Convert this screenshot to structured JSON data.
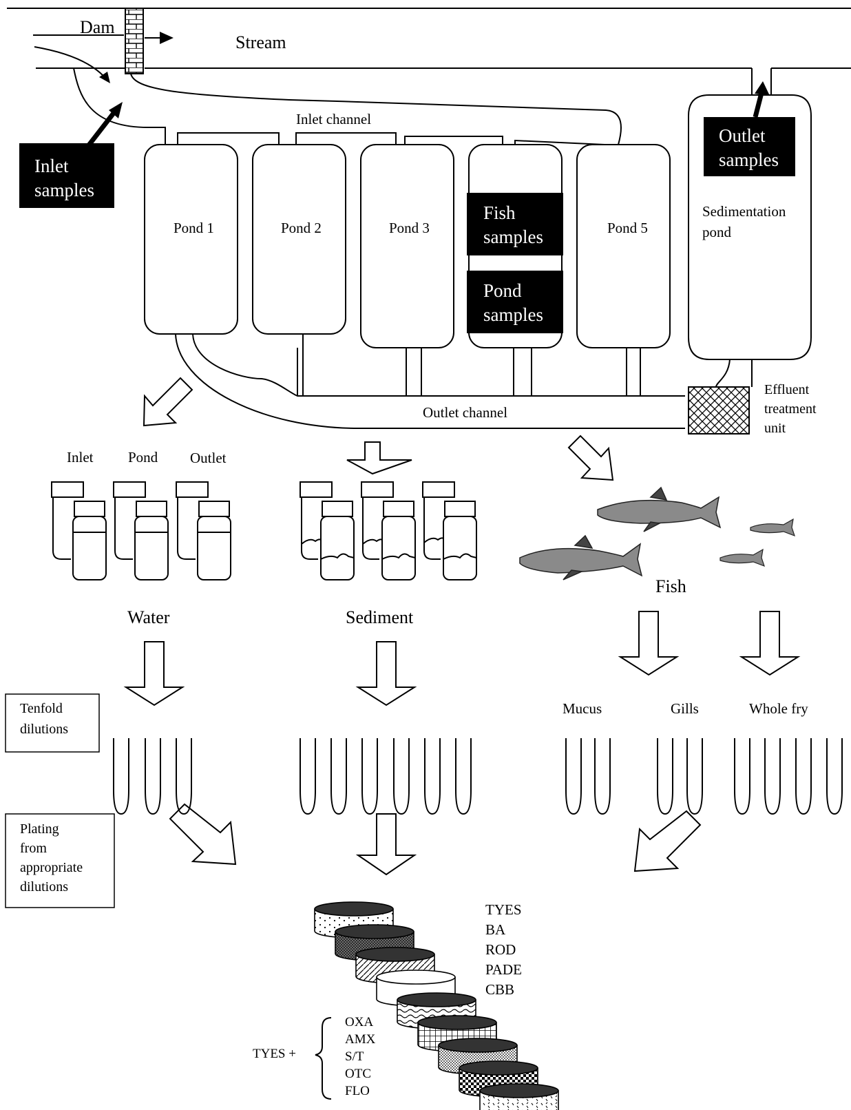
{
  "top": {
    "dam": "Dam",
    "stream": "Stream",
    "inlet_channel": "Inlet channel",
    "outlet_channel": "Outlet channel",
    "inlet_samples": [
      "Inlet",
      "samples"
    ],
    "outlet_samples": [
      "Outlet",
      "samples"
    ]
  },
  "ponds": {
    "pond1": "Pond 1",
    "pond2": "Pond 2",
    "pond3": "Pond 3",
    "pond5": "Pond 5",
    "fish_samples": [
      "Fish",
      "samples"
    ],
    "pond_samples": [
      "Pond",
      "samples"
    ],
    "sedimentation": [
      "Sedimentation",
      "pond"
    ],
    "effluent": [
      "Effluent",
      "treatment",
      "unit"
    ]
  },
  "water": {
    "inlet": "Inlet",
    "pond": "Pond",
    "outlet": "Outlet",
    "title": "Water"
  },
  "sediment": {
    "title": "Sediment"
  },
  "fish": {
    "title": "Fish",
    "mucus": "Mucus",
    "gills": "Gills",
    "whole_fry": "Whole fry"
  },
  "procedure": {
    "tenfold": [
      "Tenfold",
      "dilutions"
    ],
    "plating": [
      "Plating",
      "from",
      "appropriate",
      "dilutions"
    ]
  },
  "media": {
    "list": [
      "TYES",
      "BA",
      "ROD",
      "PADE",
      "CBB"
    ],
    "tyes_plus": "TYES +",
    "antibiotics": [
      "OXA",
      "AMX",
      "S/T",
      "OTC",
      "FLO"
    ]
  }
}
